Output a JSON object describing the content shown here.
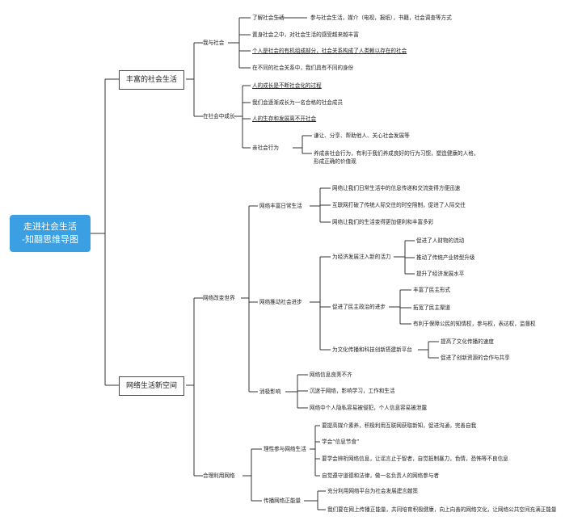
{
  "root": {
    "line1": "走进社会生活",
    "line2": "-知翮思维导图"
  },
  "branches": [
    {
      "label": "丰富的社会生活",
      "children": [
        {
          "label": "我与社会",
          "children": [
            {
              "label": "了解社会生活",
              "detail": "参与社会生活，媒介（电视，报纸），书籍，社会调查等方式"
            },
            {
              "label": "置身社会之中，对社会生活的感受越来越丰富"
            },
            {
              "label": "个人是社会的有机组成部分，社会关系构成了人类赖以存在的社会"
            },
            {
              "label": "在不同的社会关系中，我们具有不同的身份"
            }
          ]
        },
        {
          "label": "在社会中成长",
          "children": [
            {
              "label": "人的成长是不断社会化的过程"
            },
            {
              "label": "我们会逐渐成长为一名合格的社会成员"
            },
            {
              "label": "人的生存和发展离不开社会"
            },
            {
              "label": "亲社会行为",
              "children": [
                {
                  "label": "谦让、分享、帮助他人、关心社会发展等"
                },
                {
                  "label": "养成亲社会行为，有利于我们养成良好的行为习惯，塑造健康的人格，",
                  "label2": "形成正确的价值观"
                }
              ]
            }
          ]
        }
      ]
    },
    {
      "label": "网络生活新空间",
      "children": [
        {
          "label": "网络改变世界",
          "children": [
            {
              "label": "网络丰富日常生活",
              "children": [
                {
                  "label": "网络让我们日常生活中的信息传递和交流变得方便迅速"
                },
                {
                  "label": "互联网打破了传统人际交往的时空限制，促进了人际交往"
                },
                {
                  "label": "网络让我们的生活变得更加便利和丰富多彩"
                }
              ]
            },
            {
              "label": "网络推动社会进步",
              "children": [
                {
                  "label": "为经济发展注入新的活力",
                  "children": [
                    {
                      "label": "促进了人财物的流动"
                    },
                    {
                      "label": "推动了传统产业转型升级"
                    },
                    {
                      "label": "提升了经济发展水平"
                    }
                  ]
                },
                {
                  "label": "促进了民主政治的进步",
                  "children": [
                    {
                      "label": "丰富了民主形式"
                    },
                    {
                      "label": "拓宽了民主渠道"
                    },
                    {
                      "label": "有利于保障公民的知情权，参与权，表达权，监督权"
                    }
                  ]
                },
                {
                  "label": "为文化传播和科技创新搭建新平台",
                  "children": [
                    {
                      "label": "提高了文化传播的速度"
                    },
                    {
                      "label": "促进了创新资源的合作与共享"
                    }
                  ]
                }
              ]
            },
            {
              "label": "消极影响",
              "children": [
                {
                  "label": "网络信息良莠不齐"
                },
                {
                  "label": "沉迷于网络，影响学习，工作和生活"
                },
                {
                  "label": "网络中个人隐私容易被侵犯，个人信息容易被泄露"
                }
              ]
            }
          ]
        },
        {
          "label": "合理利用网络",
          "children": [
            {
              "label": "理性参与网络生活",
              "children": [
                {
                  "label": "要提高媒介素养，积极利用互联网获取新知，促进沟通，完善自我"
                },
                {
                  "label": "学会“信息节食”"
                },
                {
                  "label": "要学会辨析网络信息，让谣言止于智者，自觉抵制暴力，色情，恐怖等不良信息"
                },
                {
                  "label": "自觉遵守道德和法律，做一名负责人的网络参与者"
                }
              ]
            },
            {
              "label": "传播网络正能量",
              "children": [
                {
                  "label": "充分利用网络平台为社会发展建言献策"
                },
                {
                  "label": "我们要在网上传播正能量，共同培育积极健康，向上向善的网络文化，让网络公共空间充满正能量"
                }
              ]
            }
          ]
        }
      ]
    }
  ]
}
